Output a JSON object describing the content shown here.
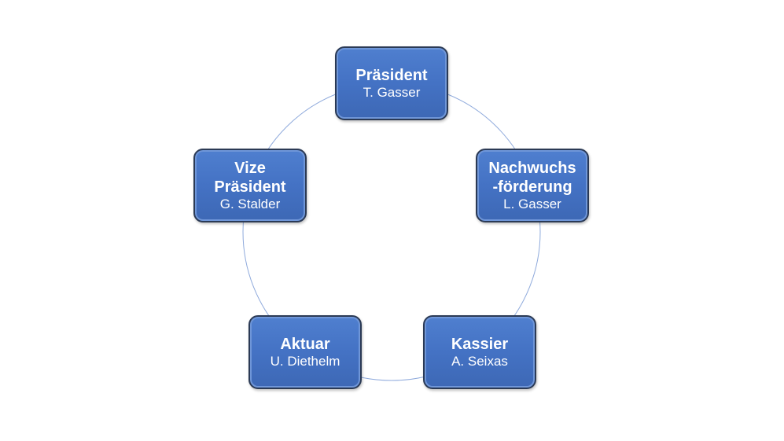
{
  "nodes": [
    {
      "role": "Präsident",
      "name": "T. Gasser"
    },
    {
      "role": "Nachwuchs -förderung",
      "name": "L. Gasser"
    },
    {
      "role": "Kassier",
      "name": "A. Seixas"
    },
    {
      "role": "Aktuar",
      "name": "U. Diethelm"
    },
    {
      "role": "Vize Präsident",
      "name": "G. Stalder"
    }
  ],
  "colors": {
    "box": "#4472c4",
    "border": "#2b3a55",
    "ring": "#8faadc"
  }
}
